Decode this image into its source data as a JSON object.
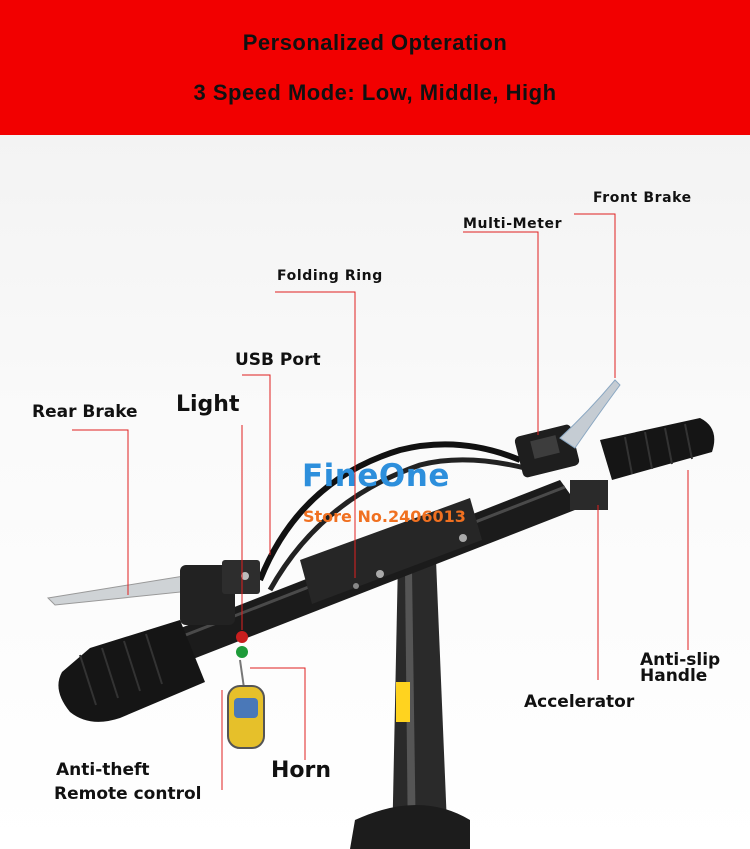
{
  "banner": {
    "title": "Personalized Opteration",
    "subtitle": "3 Speed Mode: Low, Middle, High"
  },
  "watermark": {
    "brand": "FineOne",
    "store": "Store No.2406013"
  },
  "labels": {
    "front_brake": "Front Brake",
    "multi_meter": "Multi-Meter",
    "folding_ring": "Folding Ring",
    "usb_port": "USB Port",
    "rear_brake": "Rear Brake",
    "light": "Light",
    "anti_slip_line1": "Anti-slip",
    "anti_slip_line2": "Handle",
    "accelerator": "Accelerator",
    "anti_theft_line1": "Anti-theft",
    "anti_theft_line2": "Remote control",
    "horn": "Horn"
  },
  "colors": {
    "banner": "#f20000",
    "leader_line": "#e02020",
    "brand": "#2d8fdc",
    "store": "#f07020"
  }
}
